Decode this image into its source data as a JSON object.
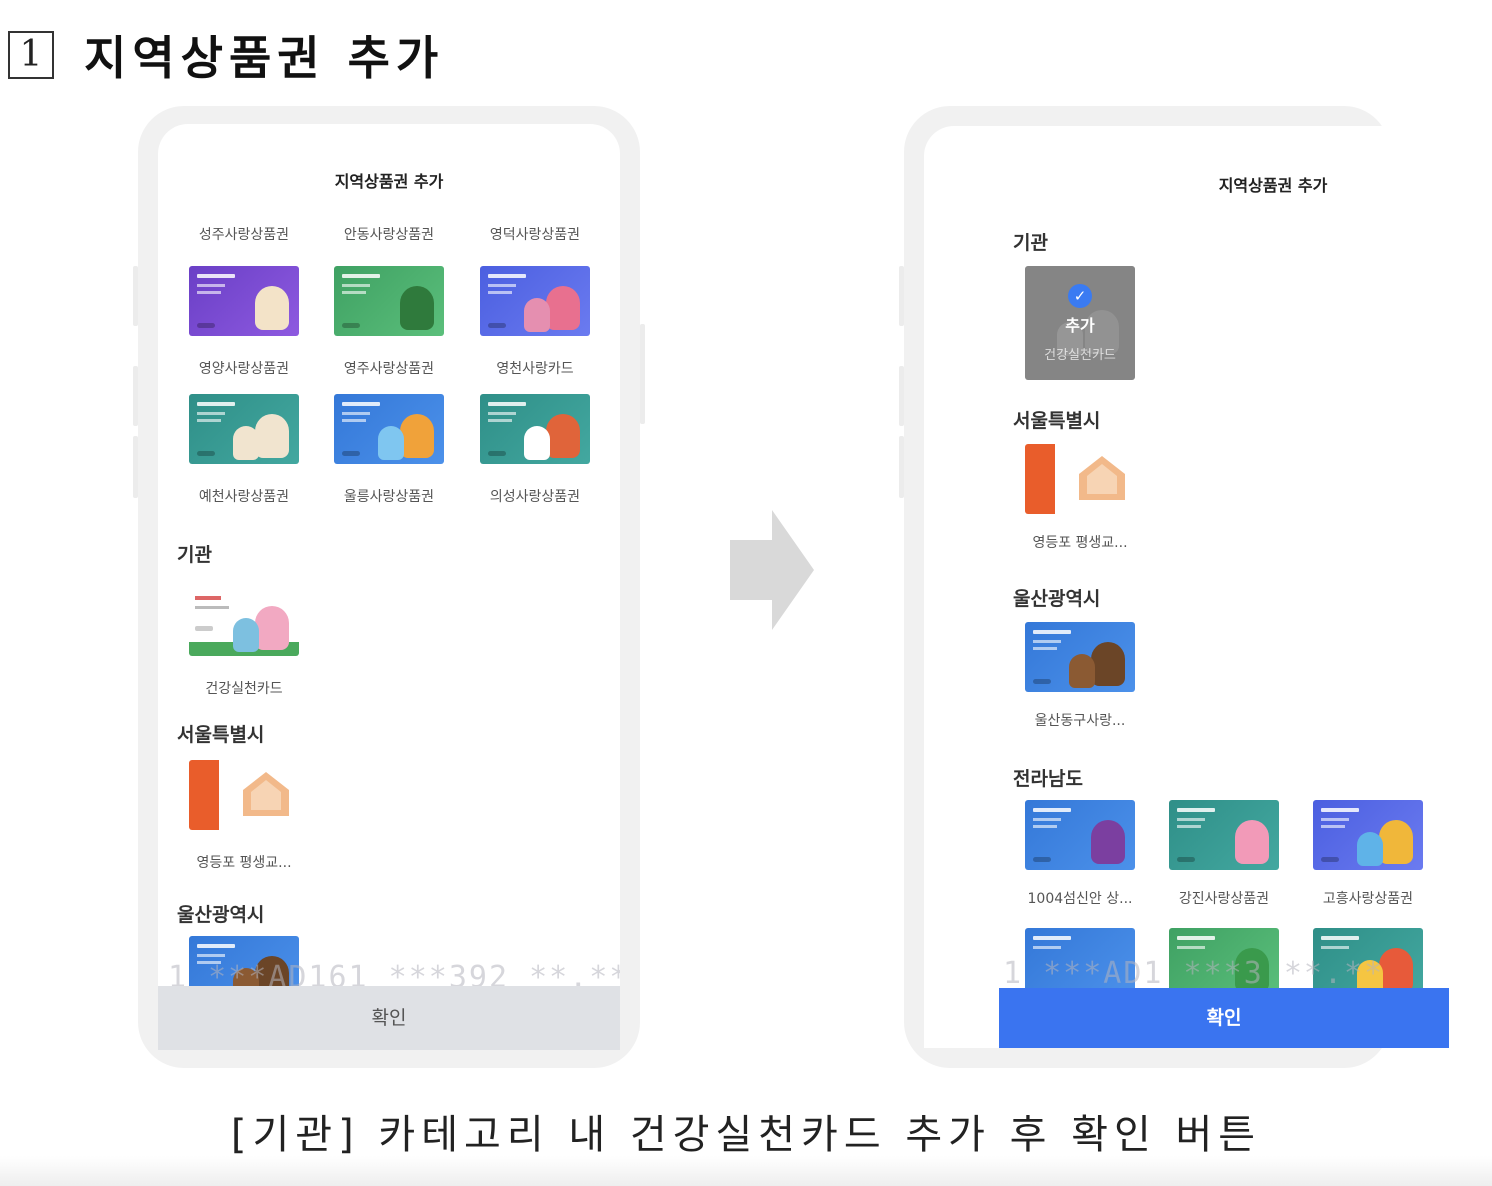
{
  "heading": {
    "number": "1",
    "title": "지역상품권 추가"
  },
  "left_screen": {
    "title": "지역상품권 추가",
    "top_labels": [
      "성주사랑상품권",
      "안동사랑상품권",
      "영덕사랑상품권"
    ],
    "grid": [
      {
        "label": "영양사랑상품권",
        "color": "purple"
      },
      {
        "label": "영주사랑상품권",
        "color": "green"
      },
      {
        "label": "영천사랑카드",
        "color": "blue"
      },
      {
        "label": "예천사랑상품권",
        "color": "teal"
      },
      {
        "label": "울릉사랑상품권",
        "color": "sky"
      },
      {
        "label": "의성사랑상품권",
        "color": "teal"
      }
    ],
    "section_org": "기관",
    "org_card": "건강실천카드",
    "section_seoul": "서울특별시",
    "seoul_card": "영등포 평생교...",
    "section_ulsan": "울산광역시",
    "watermark": "1 ***AD161 ***392 **.**",
    "confirm_label": "확인"
  },
  "right_screen": {
    "title": "지역상품권 추가",
    "section_org": "기관",
    "selected_badge": "추가",
    "selected_sub": "건강실천카드",
    "section_seoul": "서울특별시",
    "seoul_card": "영등포 평생교...",
    "section_ulsan": "울산광역시",
    "ulsan_card": "울산동구사랑...",
    "section_jeonnam": "전라남도",
    "jeonnam_cards": [
      "1004섬신안 상...",
      "강진사랑상품권",
      "고흥사랑상품권"
    ],
    "watermark": "1 ***AD1 ***3 **.**",
    "confirm_label": "확인"
  },
  "caption": "[기관] 카테고리 내 건강실천카드 추가 후 확인 버튼",
  "colors": {
    "confirm_active": "#3a74f0",
    "confirm_inactive": "#dfe1e5",
    "arrow": "#d9d9d9"
  }
}
